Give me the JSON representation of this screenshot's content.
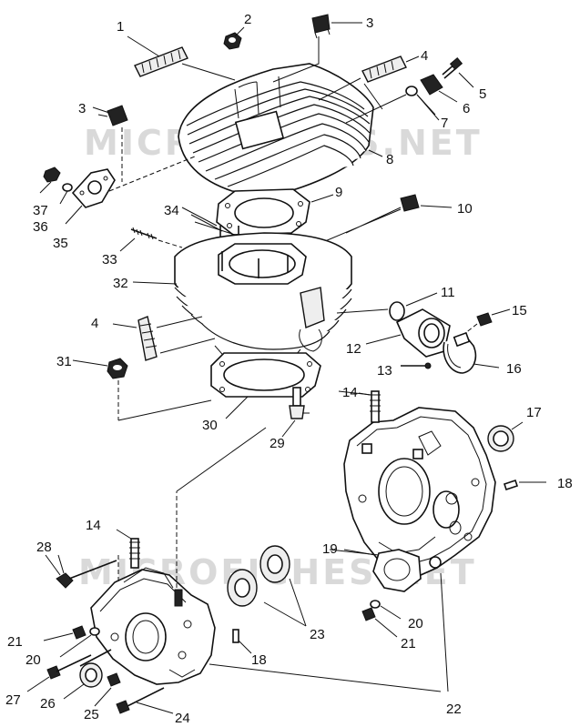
{
  "watermarks": [
    "MICROFICHES.NET",
    "MICROFICHES.NET"
  ],
  "callouts": {
    "c1": "1",
    "c2": "2",
    "c3a": "3",
    "c3b": "3",
    "c4a": "4",
    "c4b": "4",
    "c5": "5",
    "c6": "6",
    "c7": "7",
    "c8": "8",
    "c9": "9",
    "c10": "10",
    "c11": "11",
    "c12": "12",
    "c13": "13",
    "c14a": "14",
    "c14b": "14",
    "c15": "15",
    "c16": "16",
    "c17": "17",
    "c18a": "18",
    "c18b": "18",
    "c19": "19",
    "c20a": "20",
    "c20b": "20",
    "c21a": "21",
    "c21b": "21",
    "c22": "22",
    "c23": "23",
    "c24": "24",
    "c25": "25",
    "c26": "26",
    "c27": "27",
    "c28": "28",
    "c29": "29",
    "c30": "30",
    "c31": "31",
    "c32": "32",
    "c33": "33",
    "c34": "34",
    "c35": "35",
    "c36": "36",
    "c37": "37"
  }
}
